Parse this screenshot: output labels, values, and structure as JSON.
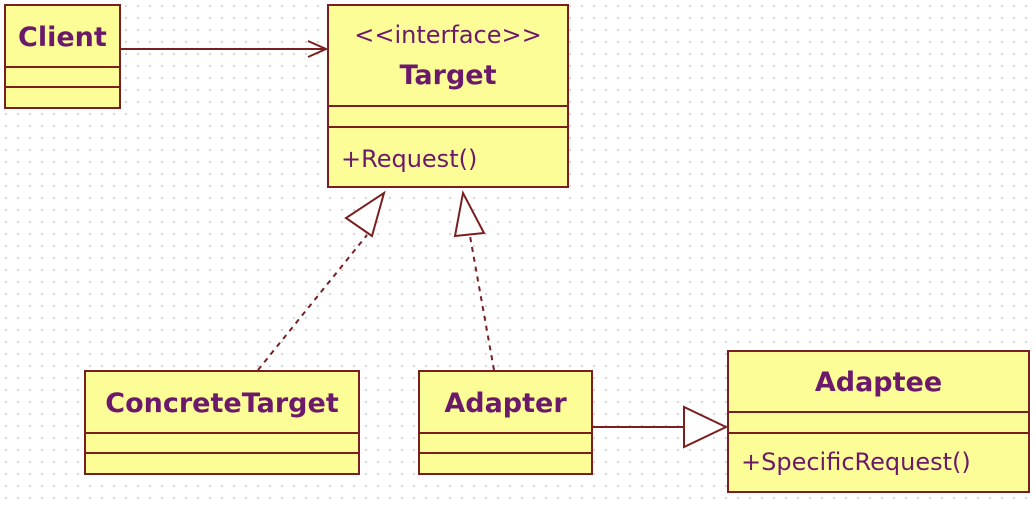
{
  "diagram": {
    "colors": {
      "box_fill": "#fdfd98",
      "box_border": "#7a1f1f",
      "text": "#6b1a6b",
      "line": "#7a1f1f"
    },
    "classes": {
      "client": {
        "name": "Client"
      },
      "target": {
        "stereotype": "<<interface>>",
        "name": "Target",
        "method": "+Request()"
      },
      "concrete_target": {
        "name": "ConcreteTarget"
      },
      "adapter": {
        "name": "Adapter"
      },
      "adaptee": {
        "name": "Adaptee",
        "method": "+SpecificRequest()"
      }
    },
    "relationships": [
      {
        "from": "Client",
        "to": "Target",
        "kind": "association"
      },
      {
        "from": "ConcreteTarget",
        "to": "Target",
        "kind": "realization"
      },
      {
        "from": "Adapter",
        "to": "Target",
        "kind": "realization"
      },
      {
        "from": "Adapter",
        "to": "Adaptee",
        "kind": "generalization"
      }
    ]
  }
}
